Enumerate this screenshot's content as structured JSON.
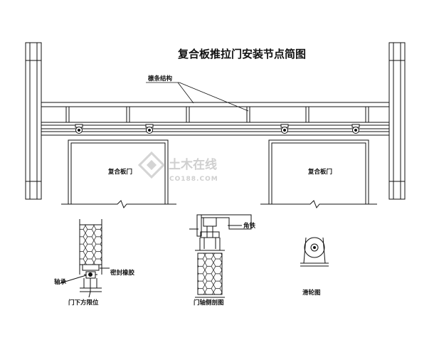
{
  "title": "复合板推拉门安装节点简图",
  "labels": {
    "purlin_structure": "檩条结构",
    "left_door": "复合板门",
    "right_door": "复合板门",
    "angle_steel": "角铁",
    "bearing": "轴承",
    "sealing_rubber": "密封橡胶",
    "door_bottom_limit": "门下方限位",
    "door_axis_section": "门轴侧剖图",
    "pulley_diagram": "滑轮图"
  },
  "watermark": {
    "text_cn": "土木在线",
    "text_en": "CO188.COM"
  },
  "colors": {
    "line": "#111111",
    "watermark": "#cfcfcf"
  }
}
